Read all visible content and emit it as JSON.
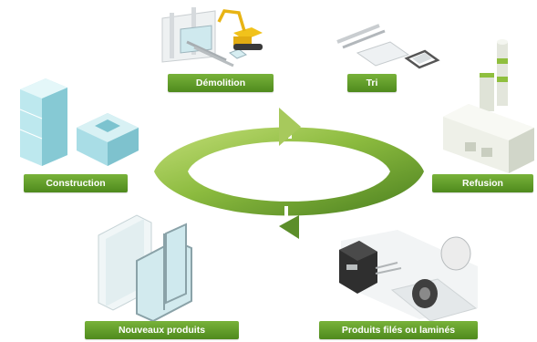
{
  "stages": {
    "demolition": "Démolition",
    "tri": "Tri",
    "construction": "Construction",
    "refusion": "Refusion",
    "nouveaux_produits": "Nouveaux produits",
    "produits_files": "Produits filés ou laminés"
  },
  "icons": {
    "demolition": "demolition-site-excavator",
    "tri": "sorted-aluminium-profiles",
    "construction": "glass-buildings",
    "refusion": "smelting-plant",
    "nouveaux_produits": "window-panes",
    "produits_files": "rolled-sheet-extrusion"
  },
  "colors": {
    "accent": "#5f9a28",
    "cycle_light": "#a9cc5a",
    "cycle_dark": "#4a7f1f"
  }
}
